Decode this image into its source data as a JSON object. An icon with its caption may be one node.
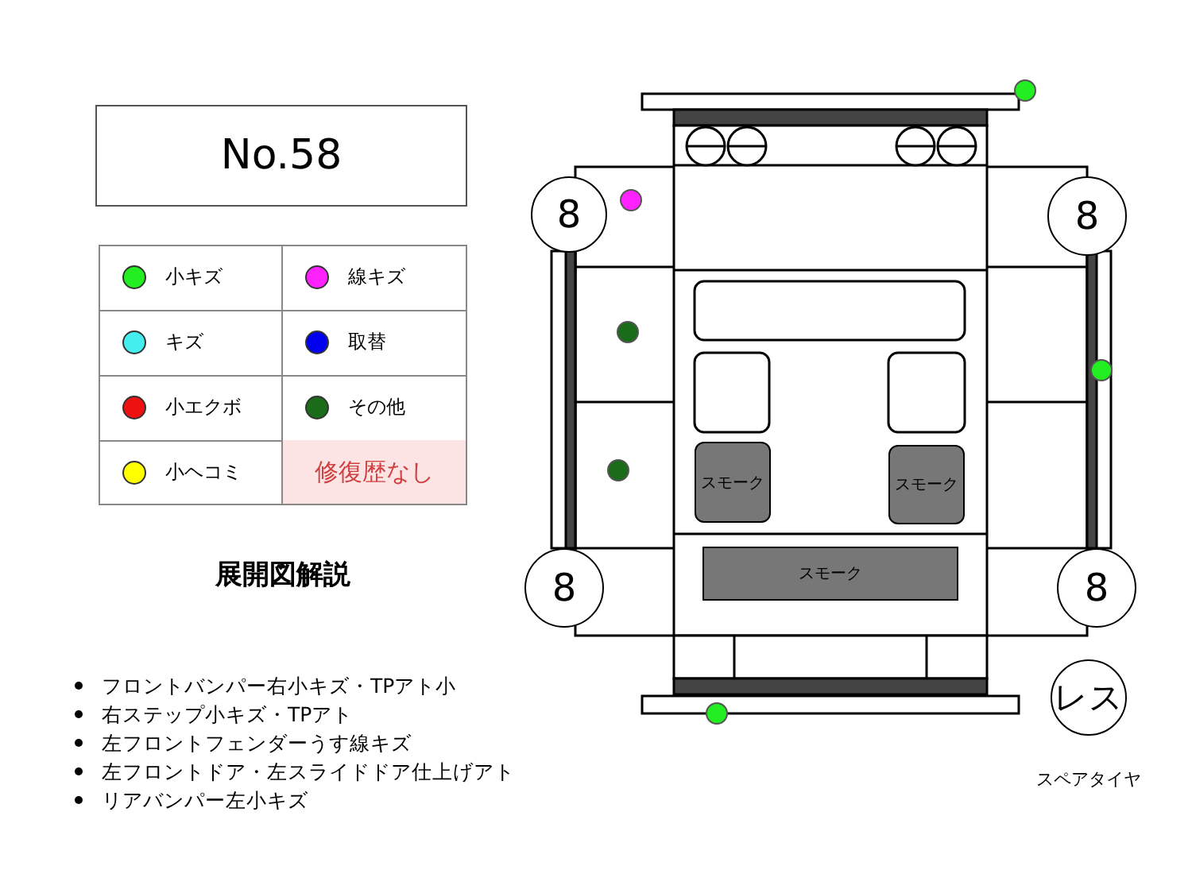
{
  "diagram": {
    "title": "展開図解説",
    "nodes": [
      {
        "text": [
          "No.58"
        ]
      },
      {
        "text": [
          "8"
        ]
      },
      {
        "text": [
          "8"
        ]
      },
      {
        "text": [
          "8"
        ]
      },
      {
        "text": [
          "8"
        ]
      },
      {
        "text": [
          "スモーク"
        ]
      },
      {
        "text": [
          "スモーク"
        ]
      },
      {
        "text": [
          "スモーク"
        ]
      },
      {
        "text": [
          "レス"
        ],
        "beside": [
          "スペアタイヤ"
        ]
      }
    ],
    "labels": [
      "修復歴なし",
      "フロントバンパー右小キズ・TPアト小",
      "右ステップ小キズ・TPアト",
      "左フロントフェンダーうす線キズ",
      "左フロントドア・左スライドドア仕上げアト",
      "リアバンパー左小キズ"
    ],
    "legend": [
      {
        "text": "小キズ",
        "color": "#22ee22"
      },
      {
        "text": "線キズ",
        "color": "#ff22ff"
      },
      {
        "text": "キズ",
        "color": "#44eeee"
      },
      {
        "text": "取替",
        "color": "#0000ee"
      },
      {
        "text": "小エクボ",
        "color": "#ee1111"
      },
      {
        "text": "その他",
        "color": "#1a6b1a"
      },
      {
        "text": "小ヘコミ",
        "color": "#ffff00"
      }
    ]
  }
}
